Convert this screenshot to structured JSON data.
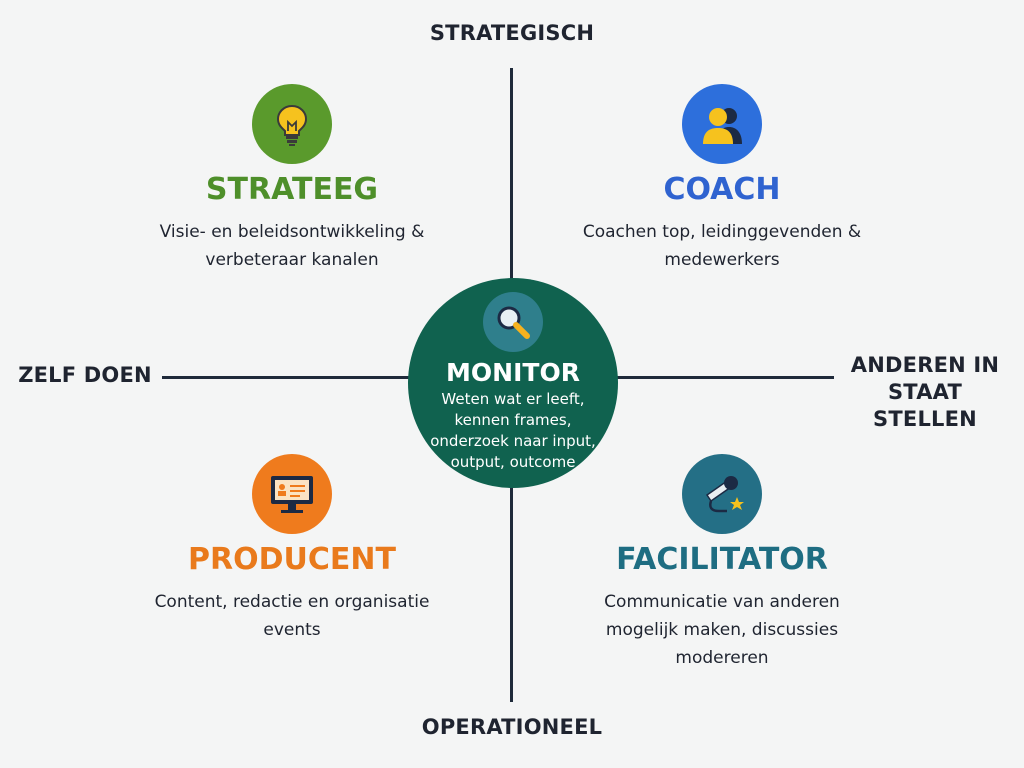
{
  "axes": {
    "top": "STRATEGISCH",
    "bottom": "OPERATIONEEL",
    "left": "ZELF DOEN",
    "right": "ANDEREN IN STAAT STELLEN"
  },
  "center": {
    "title": "MONITOR",
    "description": "Weten wat er leeft, kennen frames, onderzoek naar input, output, outcome",
    "icon": "magnifier-icon"
  },
  "quadrants": {
    "strateeg": {
      "title": "STRATEEG",
      "description": "Visie- en beleidsontwikkeling & verbeteraar kanalen",
      "icon": "lightbulb-icon",
      "color": "#4e8f2a",
      "icon_bg": "#5a9a2c"
    },
    "coach": {
      "title": "COACH",
      "description": "Coachen top, leidinggevenden & medewerkers",
      "icon": "people-icon",
      "color": "#2f63d0",
      "icon_bg": "#2d6fdc"
    },
    "producent": {
      "title": "PRODUCENT",
      "description": "Content, redactie en organisatie events",
      "icon": "monitor-icon",
      "color": "#e97a1c",
      "icon_bg": "#ef7b1d"
    },
    "facilitator": {
      "title": "FACILITATOR",
      "description": "Communicatie van anderen mogelijk maken, discussies modereren",
      "icon": "microphone-icon",
      "color": "#1e6d82",
      "icon_bg": "#246f86"
    }
  },
  "colors": {
    "center_bg": "#10624f",
    "axis": "#1f2a3a",
    "background": "#f4f5f5"
  }
}
